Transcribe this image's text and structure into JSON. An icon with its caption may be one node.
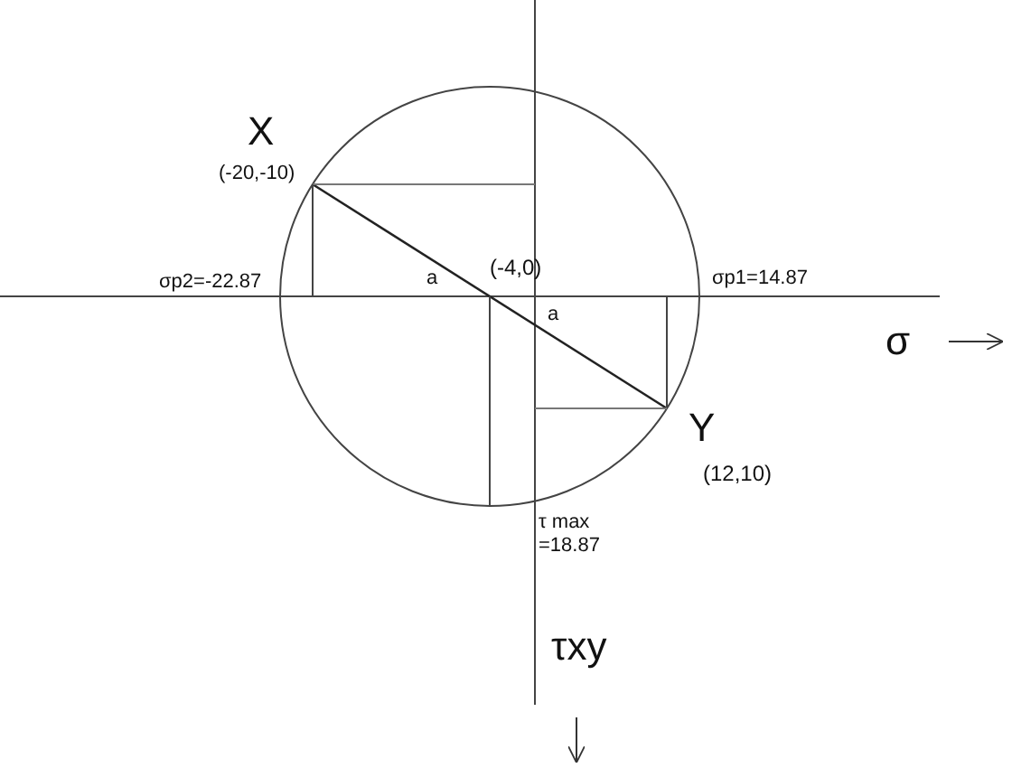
{
  "diagram": {
    "labels": [
      "X",
      "(-20,-10)",
      "σp2=-22.87",
      "a",
      "(-4,0)",
      "σp1=14.87",
      "a",
      "σ",
      "Y",
      "(12,10)",
      "τ max =18.87",
      "τxy"
    ]
  }
}
